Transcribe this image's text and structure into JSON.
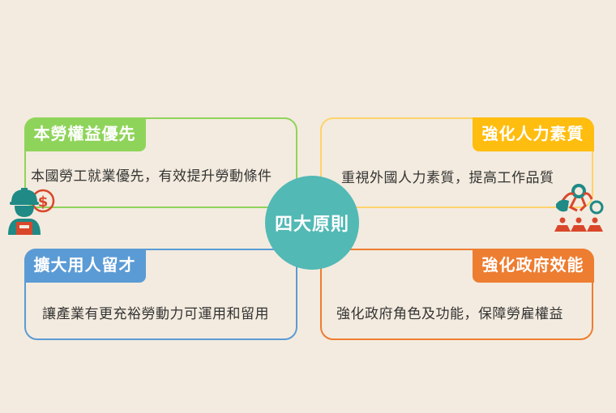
{
  "center": {
    "label": "四大原則",
    "color": "#52b9b5"
  },
  "principles": [
    {
      "title": "本勞權益優先",
      "description": "本國勞工就業優先，有效提升勞動條件",
      "color": "#8fd45a",
      "icon": "worker-salary-icon"
    },
    {
      "title": "強化人力素質",
      "description": "重視外國人力素質，提高工作品質",
      "color": "#ffbd10",
      "icon": "team-skills-icon"
    },
    {
      "title": "擴大用人留才",
      "description": "讓產業有更充裕勞動力可運用和留用",
      "color": "#5b9bd5"
    },
    {
      "title": "強化政府效能",
      "description": "強化政府角色及功能，保障勞雇權益",
      "color": "#ed7d31"
    }
  ]
}
